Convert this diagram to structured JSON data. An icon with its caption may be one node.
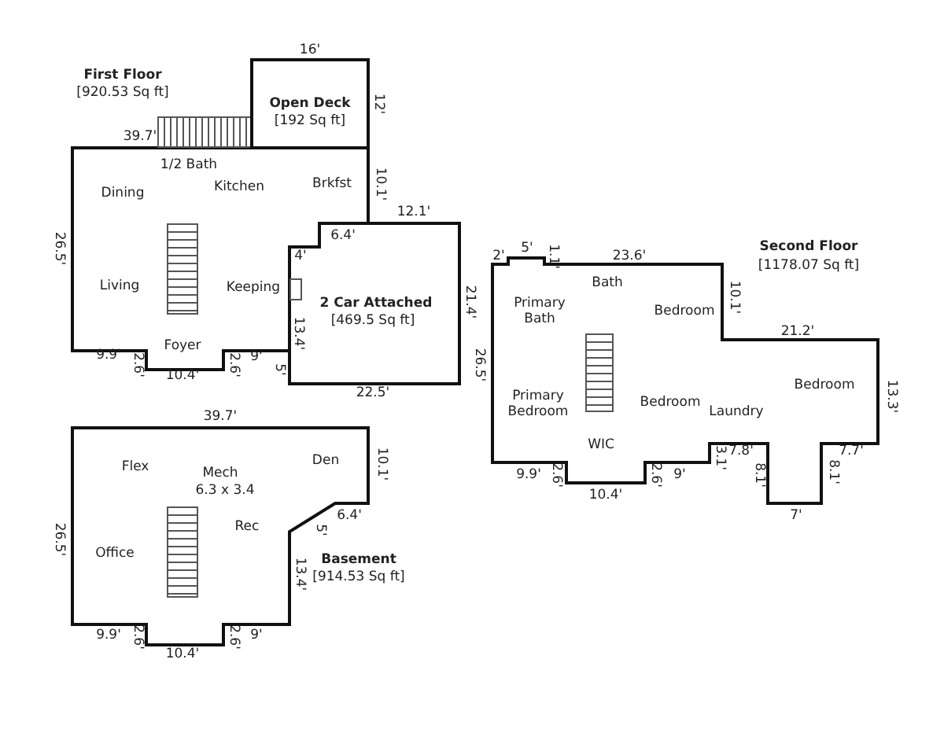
{
  "diagram": {
    "nodes": [
      {
        "text": [
          "First Floor",
          "[920.53 Sq ft]",
          "1/2 Bath",
          "Dining",
          "Kitchen",
          "Brkfst",
          "Living",
          "Keeping",
          "Foyer"
        ]
      },
      {
        "text": [
          "Open Deck",
          "[192 Sq ft]"
        ]
      },
      {
        "text": [
          "2 Car Attached",
          "[469.5 Sq ft]"
        ]
      },
      {
        "text": [
          "Second Floor",
          "[1178.07 Sq ft]",
          "Bath",
          "Primary Bath",
          "Bedroom",
          "Primary Bedroom",
          "Bedroom",
          "Laundry",
          "Bedroom",
          "WIC"
        ]
      },
      {
        "text": [
          "Basement",
          "[914.53 Sq ft]",
          "Flex",
          "Mech",
          "6.3 x 3.4",
          "Den",
          "Rec",
          "Office"
        ]
      }
    ],
    "edges": [],
    "labels": [
      "16'",
      "12'",
      "39.7'",
      "10.1'",
      "12.1'",
      "6.4'",
      "4'",
      "26.5'",
      "21.4'",
      "13.4'",
      "9.9'",
      "2.6'",
      "2.6'",
      "9'",
      "10.4'",
      "5'",
      "22.5'",
      "2'",
      "5'",
      "1.1'",
      "23.6'",
      "10.1'",
      "21.2'",
      "26.5'",
      "13.3'",
      "7.8'",
      "3.1'",
      "9.9'",
      "2.6'",
      "2.6'",
      "9'",
      "8.1'",
      "8.1'",
      "7.7'",
      "10.4'",
      "7'",
      "39.7'",
      "10.1'",
      "6.4'",
      "5'",
      "26.5'",
      "13.4'",
      "9.9'",
      "2.6'",
      "2.6'",
      "9'",
      "10.4'"
    ]
  }
}
